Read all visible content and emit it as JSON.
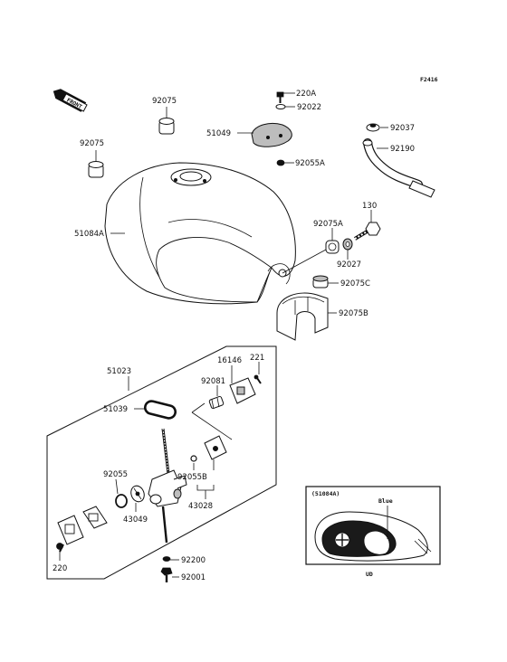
{
  "figure_code": "F2416",
  "front_stamp": "FRONT",
  "inset": {
    "title": "(51084A)",
    "color_label": "Blue",
    "region_code": "UD"
  },
  "labels": {
    "p220A": "220A",
    "p92022": "92022",
    "p51049": "51049",
    "p92055A": "92055A",
    "p92037": "92037",
    "p92190": "92190",
    "p92075_top": "92075",
    "p92075_left": "92075",
    "p130": "130",
    "p92075A": "92075A",
    "p92027": "92027",
    "p51084A": "51084A",
    "p92075C": "92075C",
    "p92075B": "92075B",
    "p51023": "51023",
    "p16146": "16146",
    "p221": "221",
    "p92081": "92081",
    "p51039": "51039",
    "p92055": "92055",
    "p92055B": "92055B",
    "p43049": "43049",
    "p43028": "43028",
    "p220": "220",
    "p92200": "92200",
    "p92001": "92001"
  }
}
